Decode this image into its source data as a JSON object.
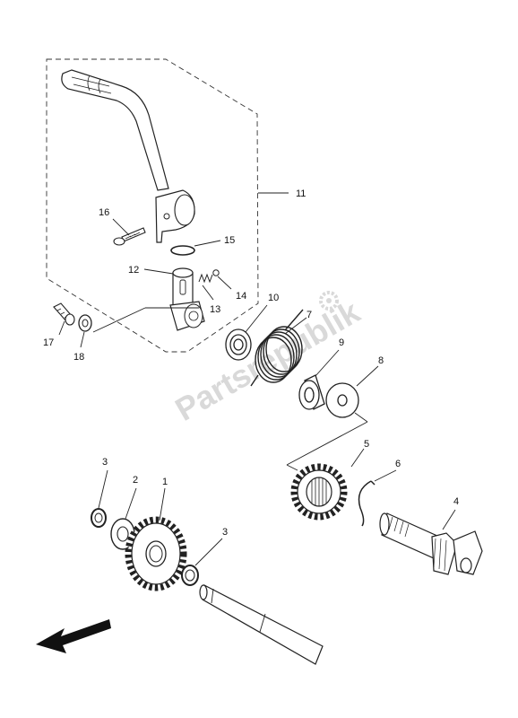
{
  "watermark": {
    "text": "Partsrepublik"
  },
  "callouts": {
    "c1": "1",
    "c2": "2",
    "c3a": "3",
    "c3b": "3",
    "c4": "4",
    "c5": "5",
    "c6": "6",
    "c7": "7",
    "c8": "8",
    "c9": "9",
    "c10": "10",
    "c11": "11",
    "c12": "12",
    "c13": "13",
    "c14": "14",
    "c15": "15",
    "c16": "16",
    "c17": "17",
    "c18": "18"
  },
  "icons": {
    "direction_arrow": "arrow-icon",
    "gear_logo": "gear-icon"
  }
}
